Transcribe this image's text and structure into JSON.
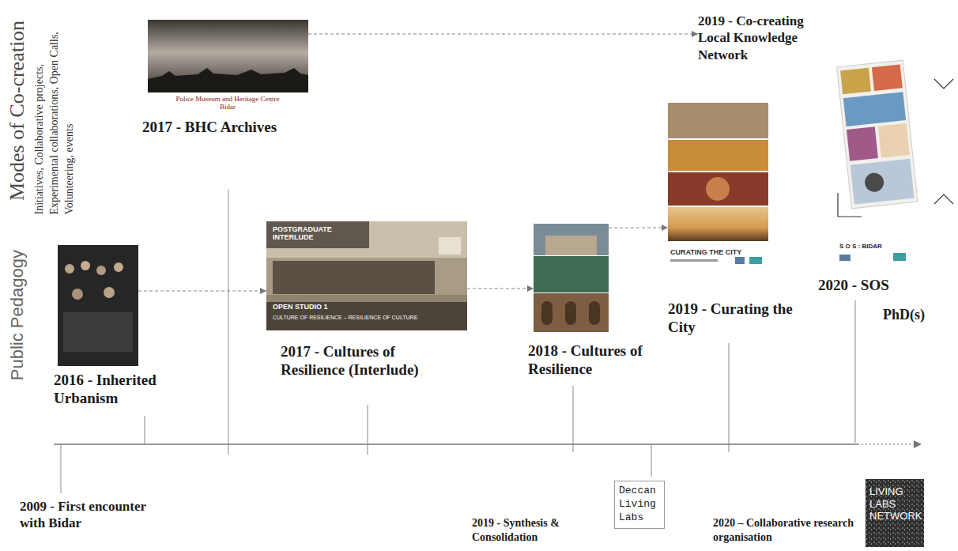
{
  "diagram": {
    "nodes": [
      {
        "text": [
          "Police Museum and Heritage Centre Bidar",
          "2017 - BHC Archives"
        ]
      },
      {
        "text": [
          "2019 - Co-creating Local Knowledge Network"
        ]
      },
      {
        "text": [
          "2016 - Inherited Urbanism"
        ]
      },
      {
        "text": [
          "POSTGRADUATE INTERLUDE",
          "OPEN STUDIO 1",
          "CULTURE OF RESILIENCE – RESILIENCE OF CULTURE",
          "2017 - Cultures of Resilience (Interlude)"
        ]
      },
      {
        "text": [
          "2018 - Cultures of Resilience"
        ]
      },
      {
        "text": [
          "CURATING THE CITY",
          "2019 - Curating the City"
        ]
      },
      {
        "text": [
          "S O S : BIDAR",
          "2020 - SOS"
        ]
      },
      {
        "text": [
          "Deccan Living Labs"
        ]
      },
      {
        "text": [
          "LIVING LABS NETWORK"
        ]
      }
    ],
    "edges": [
      {
        "from": 0,
        "to": 1,
        "arrow": "to"
      },
      {
        "from": 2,
        "to": 3,
        "arrow": "to"
      },
      {
        "from": 3,
        "to": 4,
        "arrow": "to"
      },
      {
        "from": 4,
        "to": 5,
        "arrow": "to"
      }
    ],
    "labels": [
      "Modes of Co-creation",
      "Initiatives, Collaborative projects, Experimental collaborations, Open Calls, Volunteering, events",
      "Public Pedagogy",
      "PhD(s)",
      "2009 - First encounter with Bidar",
      "2019 - Synthesis & Consolidation",
      "2020 – Collaborative research organisation"
    ]
  }
}
